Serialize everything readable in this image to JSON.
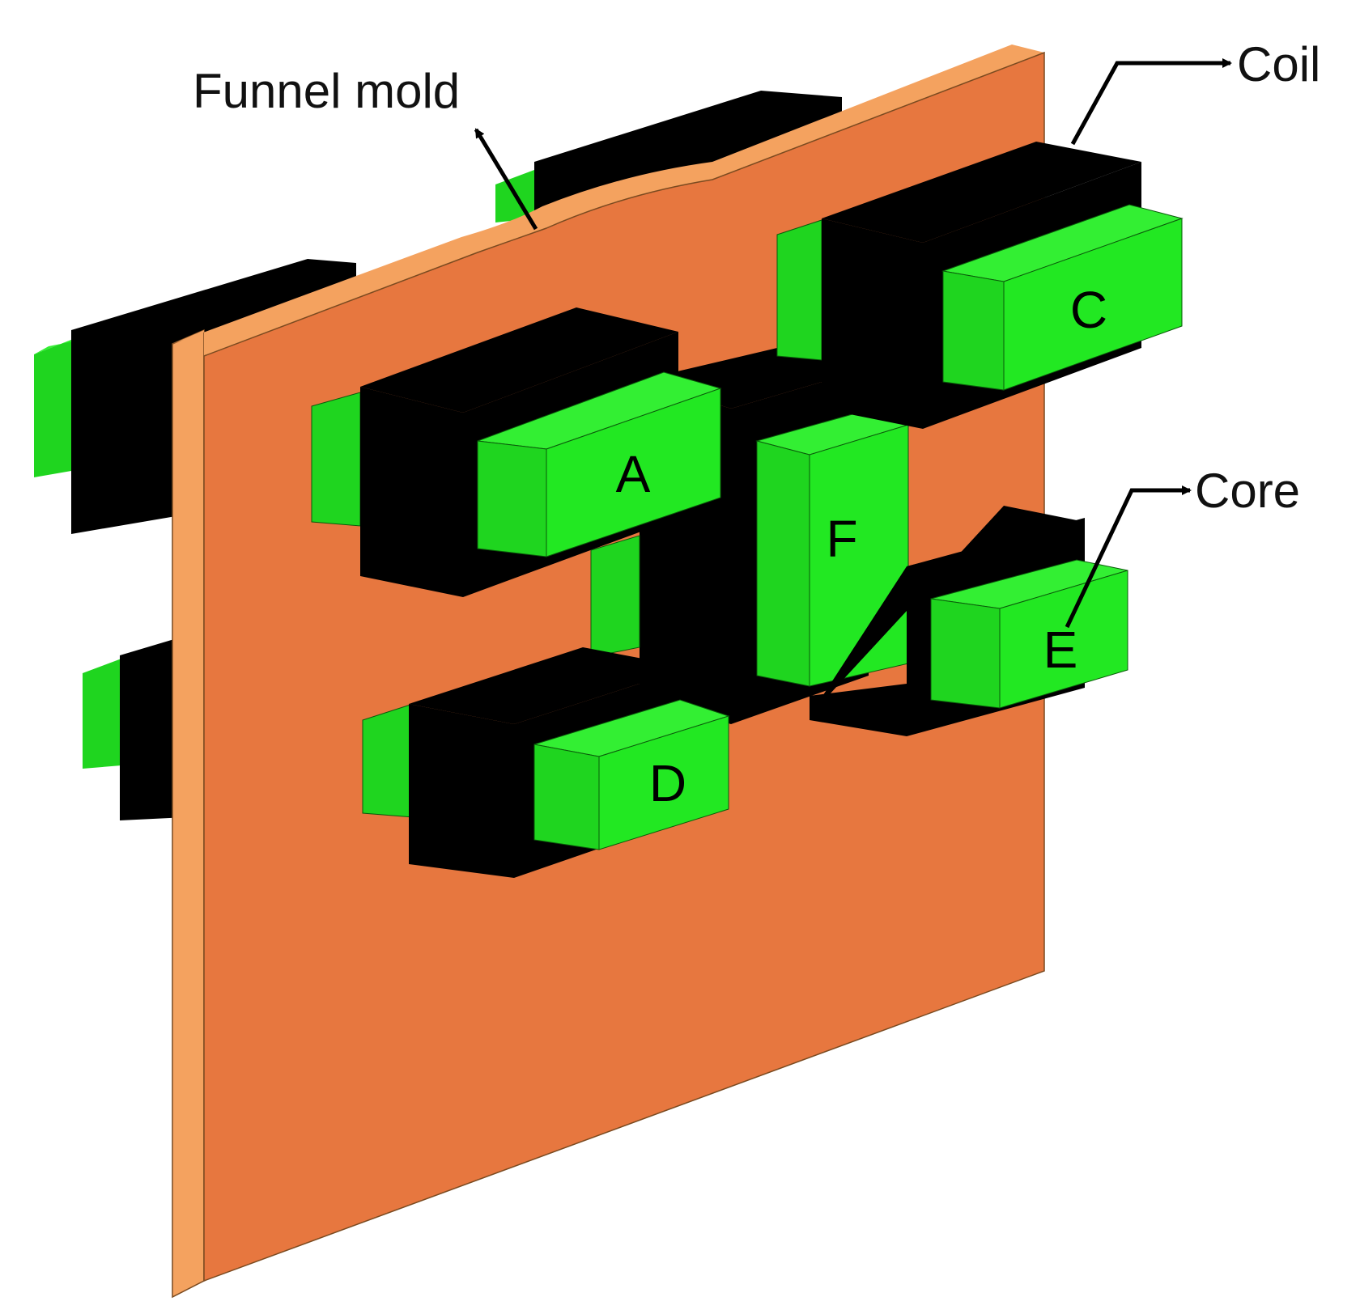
{
  "labels": {
    "funnel_mold": "Funnel mold",
    "coil": "Coil",
    "core": "Core"
  },
  "modules": {
    "a": "A",
    "c": "C",
    "d": "D",
    "e": "E",
    "f": "F"
  },
  "colors": {
    "plate_front": "#E7773F",
    "plate_edge": "#F4A25F",
    "coil": "#000000",
    "core_top": "#33EF33",
    "core_side": "#1FD51F",
    "core_front": "#22E822",
    "background": "#FFFFFF"
  }
}
